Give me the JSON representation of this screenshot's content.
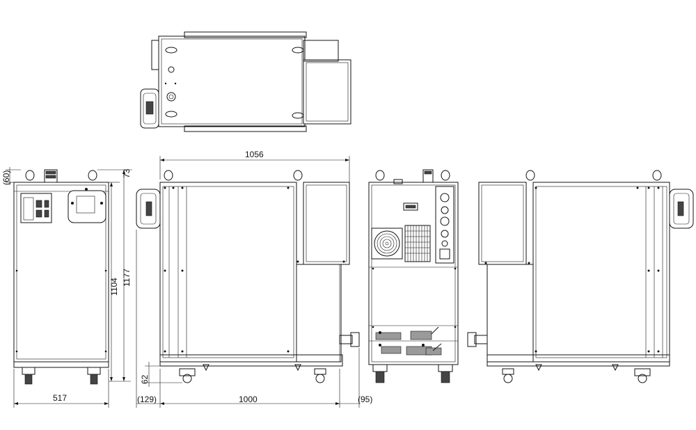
{
  "dimensions": {
    "top_width": "1056",
    "height_total": "1177",
    "height_body": "1104",
    "height_top_bracket": "(60)",
    "height_top_offset": "73",
    "caster_height": "62",
    "depth_front": "517",
    "left_overhang": "(129)",
    "main_width": "1000",
    "right_overhang": "(95)"
  }
}
